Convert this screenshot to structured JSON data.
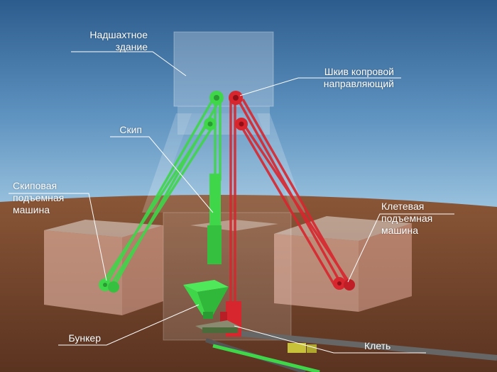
{
  "labels": {
    "building": [
      "Надшахтное",
      "здание"
    ],
    "sheave": [
      "Шкив копровой",
      "направляющий"
    ],
    "skip": [
      "Скип"
    ],
    "skip_hoist": [
      "Скиповая",
      "подъемная",
      "машина"
    ],
    "cage_hoist": [
      "Клетевая",
      "подъемная",
      "машина"
    ],
    "bunker": [
      "Бункер"
    ],
    "cage": [
      "Клеть"
    ]
  },
  "colors": {
    "sky_top": "#2f5f8f",
    "sky_bottom": "#8fb9d8",
    "ground": "#7a4a30",
    "ground_dark": "#5e3520",
    "skip_green": "#3fd64a",
    "cage_red": "#d8262e",
    "glass": "#ffffff",
    "rail": "#6b6b6b",
    "wagon": "#c8c23a"
  }
}
